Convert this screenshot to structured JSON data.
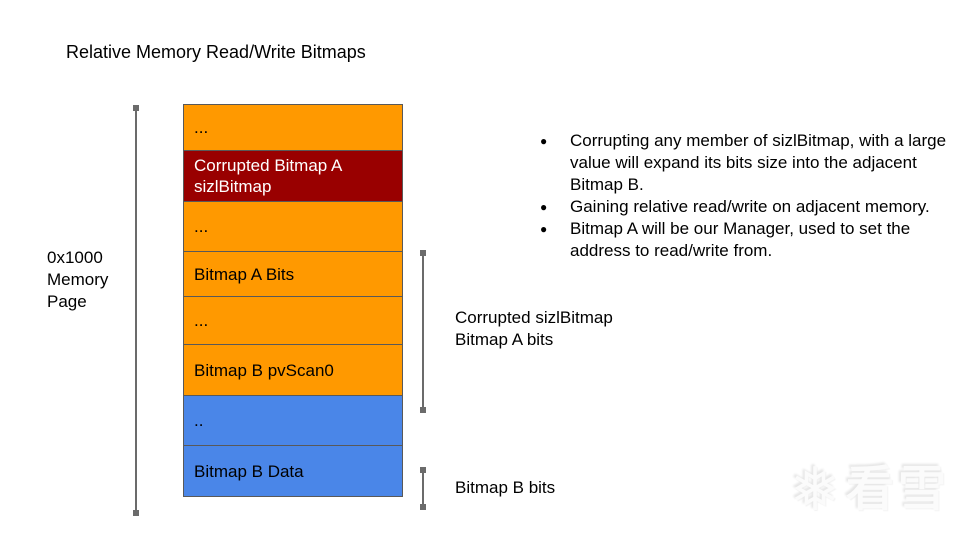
{
  "slide": {
    "title": "Relative Memory Read/Write Bitmaps"
  },
  "memory_page": {
    "line1": "0x1000",
    "line2": "Memory",
    "line3": "Page"
  },
  "stack": {
    "rows": [
      {
        "label": "...",
        "color": "#ff9900"
      },
      {
        "label": "Corrupted Bitmap A sizlBitmap",
        "color": "#990000"
      },
      {
        "label": "...",
        "color": "#ff9900"
      },
      {
        "label": "Bitmap A Bits",
        "color": "#ff9900"
      },
      {
        "label": "...",
        "color": "#ff9900"
      },
      {
        "label": "Bitmap B pvScan0",
        "color": "#ff9900"
      },
      {
        "label": "..",
        "color": "#4a86e8"
      },
      {
        "label": "Bitmap B Data",
        "color": "#4a86e8"
      }
    ]
  },
  "annotations": {
    "bitmap_a_line1": "Corrupted sizlBitmap",
    "bitmap_a_line2": "Bitmap A bits",
    "bitmap_b": "Bitmap B bits"
  },
  "bullets": {
    "marker": "●",
    "item1": "Corrupting any member of sizlBitmap, with a large value will expand its bits size into the adjacent Bitmap B.",
    "item2": "Gaining relative read/write on adjacent memory.",
    "item3": "Bitmap A will be our Manager, used to set the address to read/write from."
  },
  "watermark": {
    "icon": "snowflake-icon",
    "icon_glyph": "❅",
    "text": "看雪"
  },
  "colors": {
    "row_orange": "#ff9900",
    "row_dark_red": "#990000",
    "row_blue": "#4a86e8",
    "row_border": "#595959",
    "bracket_line": "#6b6b6b",
    "text_dark": "#000000",
    "text_light": "#ffffff",
    "watermark": "#fbfbfb"
  }
}
